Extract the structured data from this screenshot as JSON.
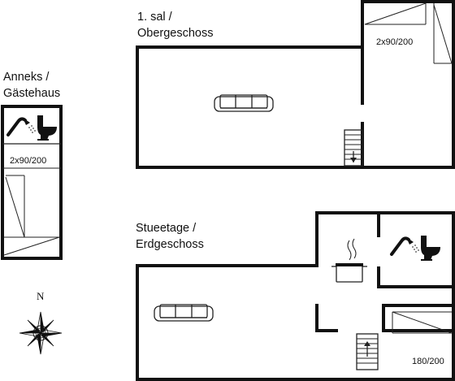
{
  "labels": {
    "upper_floor_line1": "1. sal /",
    "upper_floor_line2": "Obergeschoss",
    "annex_line1": "Anneks /",
    "annex_line2": "Gästehaus",
    "ground_floor_line1": "Stueetage /",
    "ground_floor_line2": "Erdgeschoss",
    "compass_north": "N"
  },
  "beds": {
    "upper": "2x90/200",
    "annex": "2x90/200",
    "ground": "180/200"
  },
  "icons": [
    "sofa-icon",
    "stairs-down-icon",
    "stairs-up-icon",
    "shower-icon",
    "toilet-icon",
    "cooking-pot-icon",
    "compass-rose-icon"
  ]
}
